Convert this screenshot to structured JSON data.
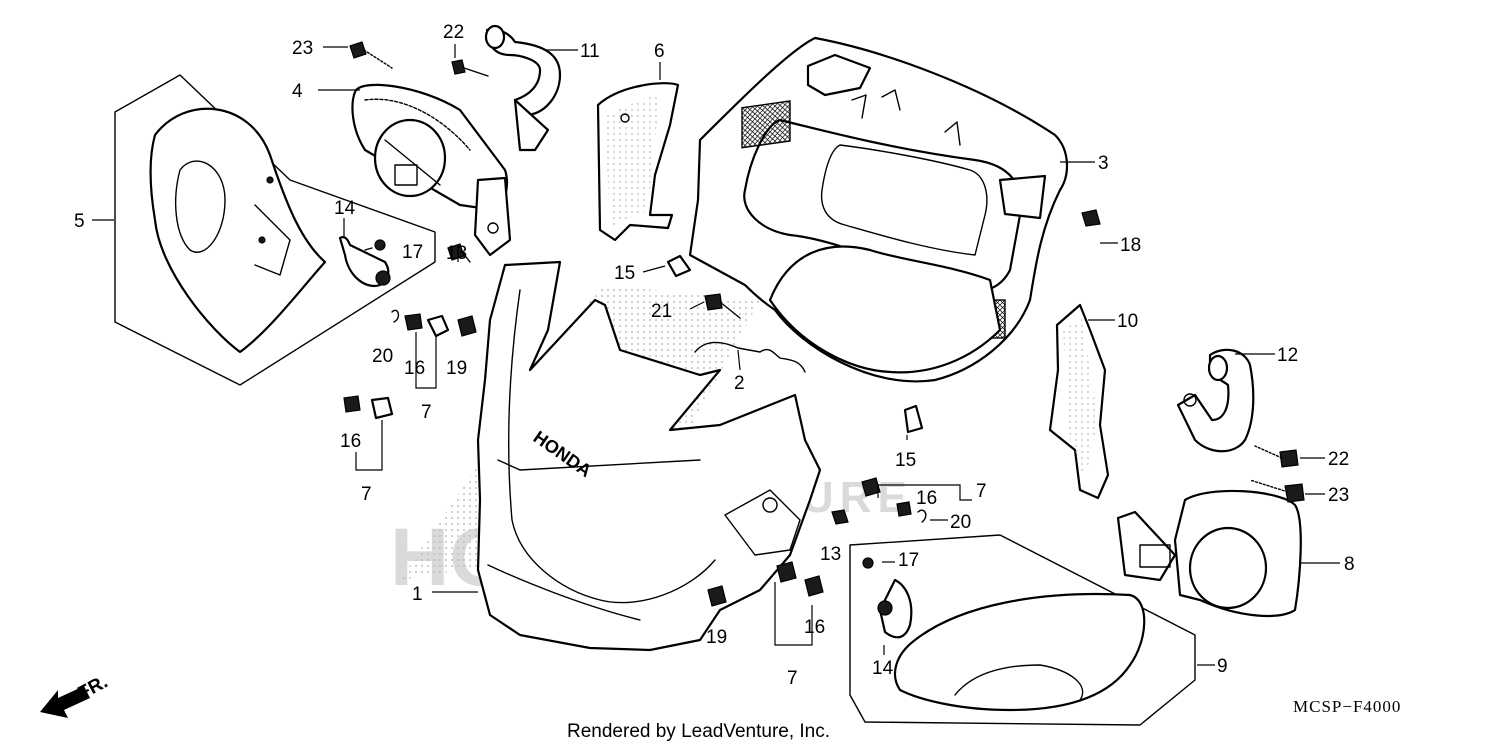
{
  "diagram": {
    "callouts": {
      "c23a": "23",
      "c22a": "22",
      "c11": "11",
      "c6": "6",
      "c4": "4",
      "c3": "3",
      "c5": "5",
      "c14a": "14",
      "c17a": "17",
      "c13a": "13",
      "c18": "18",
      "c15a": "15",
      "c21": "21",
      "c10": "10",
      "c20a": "20",
      "c16a": "16",
      "c19a": "19",
      "c2": "2",
      "c7a": "7",
      "c12": "12",
      "c16b": "16",
      "c7b": "7",
      "c15b": "15",
      "c22b": "22",
      "c7c": "7",
      "c16c": "16",
      "c23b": "23",
      "c20b": "20",
      "c13b": "13",
      "c8": "8",
      "c17b": "17",
      "c1": "1",
      "c19b": "19",
      "c16d": "16",
      "c14b": "14",
      "c9": "9",
      "c7d": "7"
    },
    "direction_label": "FR.",
    "panel_embossing": "HONDA",
    "watermark_brand": "HONDA",
    "watermark_text": "ADVENTURE",
    "diagram_code": "MCSP−F4000",
    "credit": "Rendered by LeadVenture, Inc."
  },
  "colors": {
    "line": "#000000",
    "watermark": "#bcbcbc",
    "background": "#ffffff"
  }
}
